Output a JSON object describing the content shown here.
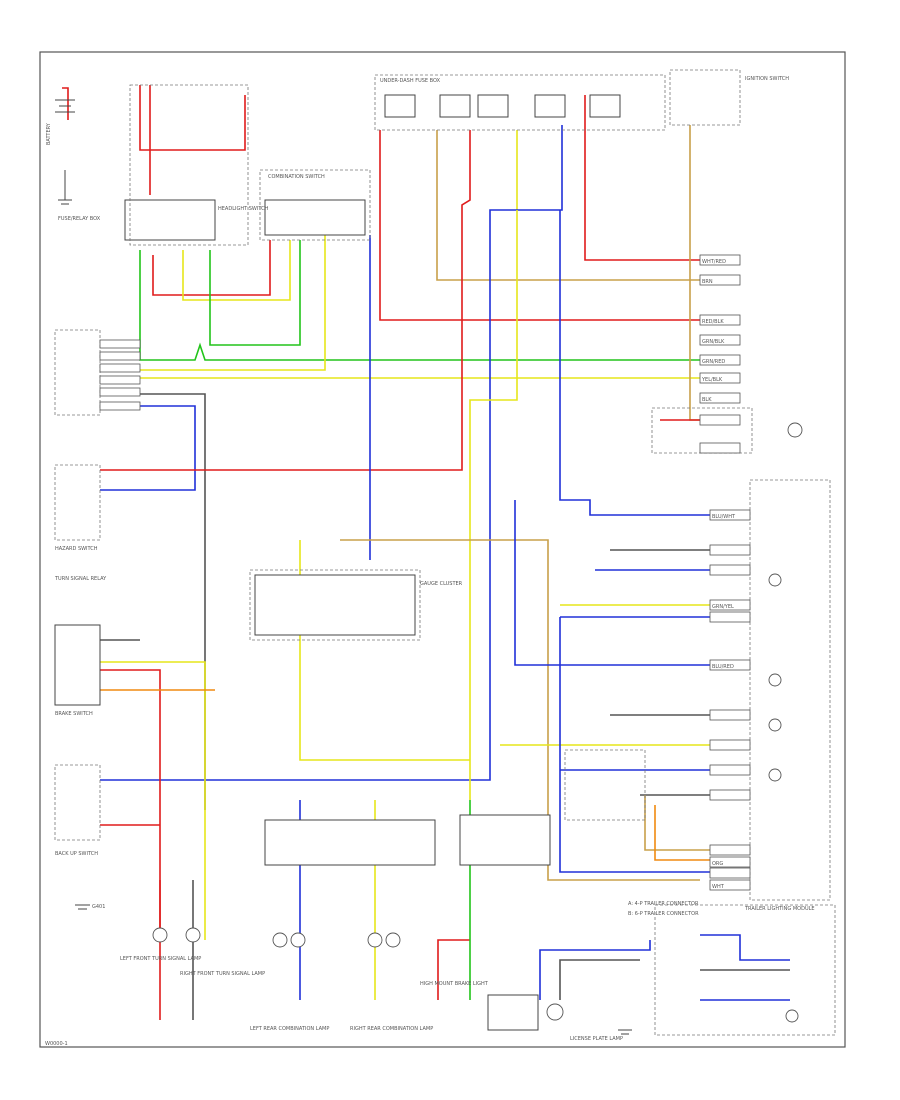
{
  "page": {
    "page_ref": "W0000-1"
  },
  "components": {
    "battery": "BATTERY",
    "fuse_relay_box": "FUSE/RELAY BOX",
    "headlight_switch": "HEADLIGHT SWITCH",
    "combination_switch": "COMBINATION SWITCH",
    "hazard_switch": "HAZARD SWITCH",
    "turn_signal_relay": "TURN SIGNAL RELAY",
    "brake_switch": "BRAKE SWITCH",
    "backup_switch": "BACK UP SWITCH",
    "ignition_switch": "IGNITION SWITCH",
    "under_dash_fuse": "UNDER-DASH FUSE BOX",
    "trailer_connector_a": "A: 4-P TRAILER CONNECTOR",
    "trailer_connector_b": "B: 6-P TRAILER CONNECTOR",
    "gauge_cluster": "GAUGE CLUSTER",
    "left_front_lamp": "LEFT FRONT TURN SIGNAL LAMP",
    "right_front_lamp": "RIGHT FRONT TURN SIGNAL LAMP",
    "left_rear_lamp": "LEFT REAR COMBINATION LAMP",
    "right_rear_lamp": "RIGHT REAR COMBINATION LAMP",
    "license_lamp": "LICENSE PLATE LAMP",
    "high_mount_brake": "HIGH MOUNT BRAKE LIGHT",
    "trailer_module": "TRAILER LIGHTING MODULE"
  },
  "wire_labels": {
    "wht_red": "WHT/RED",
    "blu_wht": "BLU/WHT",
    "grn_yel": "GRN/YEL",
    "yel_blk": "YEL/BLK",
    "blk": "BLK",
    "grn_blk": "GRN/BLK",
    "red_blk": "RED/BLK",
    "brn": "BRN",
    "grn_red": "GRN/RED",
    "org": "ORG",
    "blu_red": "BLU/RED",
    "wht": "WHT"
  },
  "ground_label": "G401",
  "colors": {
    "red": "#e01c1c",
    "yellow": "#e6e61a",
    "green": "#22c41a",
    "blue": "#2030d8",
    "black": "#555555",
    "brown": "#c8a04a",
    "orange": "#f08a10"
  }
}
